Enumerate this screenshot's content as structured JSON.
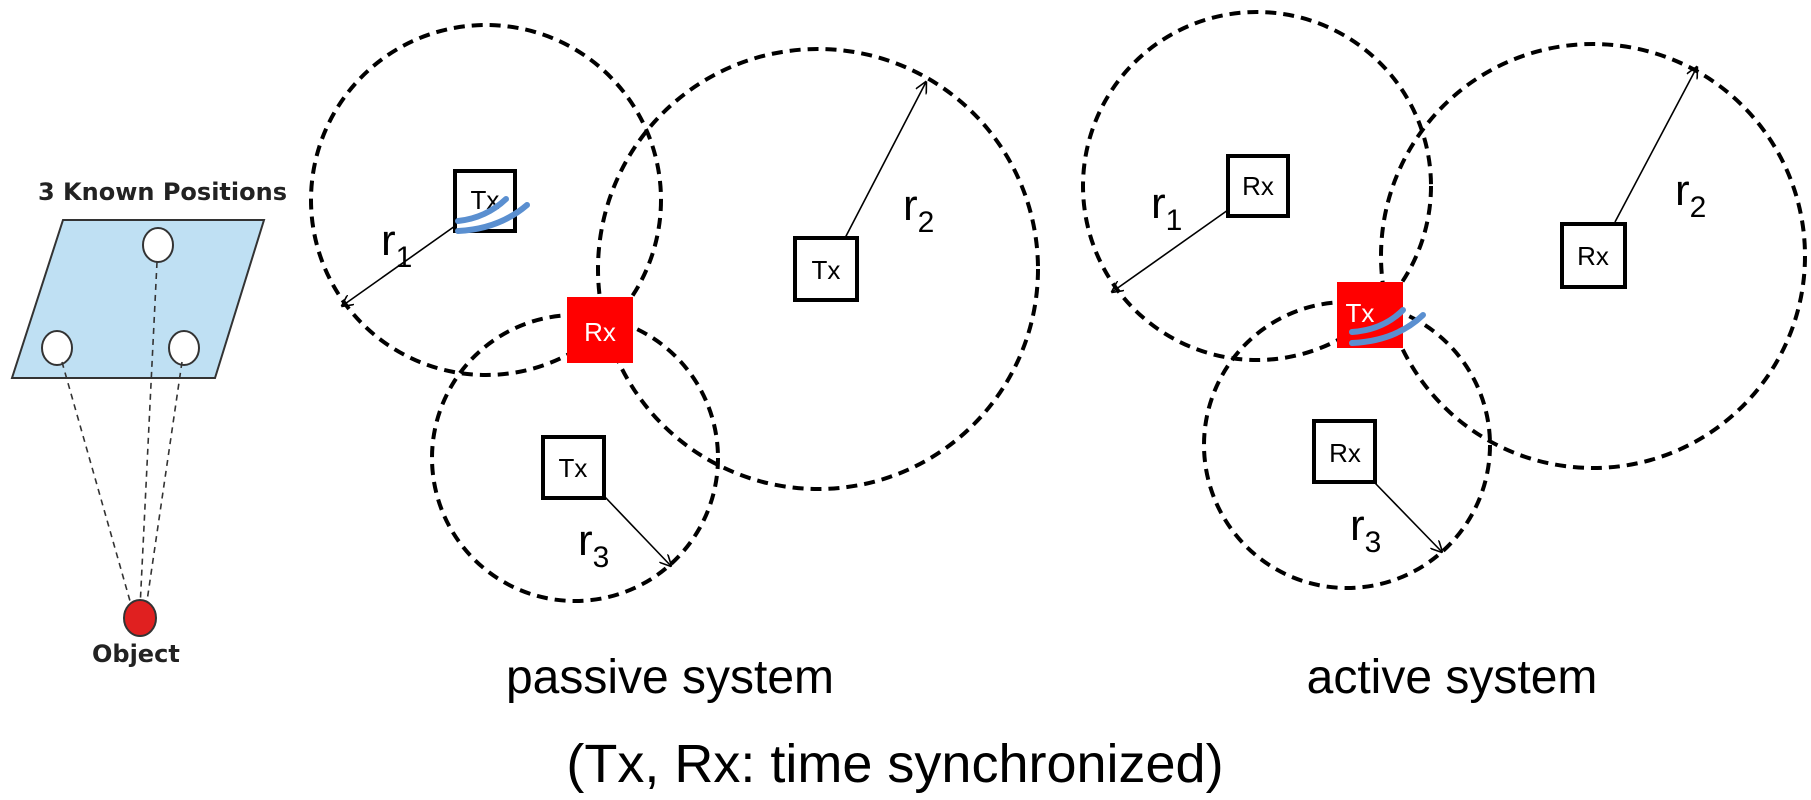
{
  "inset": {
    "title": "3 Known Positions",
    "object_label": "Object",
    "plane_color": "#bfe0f3",
    "object_color": "#e02020"
  },
  "passive": {
    "caption": "passive system",
    "transmitters": [
      "Tx",
      "Tx",
      "Tx"
    ],
    "receiver": "Rx",
    "radii": [
      {
        "letter": "r",
        "sub": "1"
      },
      {
        "letter": "r",
        "sub": "2"
      },
      {
        "letter": "r",
        "sub": "3"
      }
    ]
  },
  "active": {
    "caption": "active system",
    "receivers": [
      "Rx",
      "Rx",
      "Rx"
    ],
    "transmitter": "Tx",
    "radii": [
      {
        "letter": "r",
        "sub": "1"
      },
      {
        "letter": "r",
        "sub": "2"
      },
      {
        "letter": "r",
        "sub": "3"
      }
    ]
  },
  "footer": "(Tx, Rx: time synchronized)",
  "colors": {
    "highlight_node": "#ff0000",
    "signal": "#5a8fd0"
  }
}
